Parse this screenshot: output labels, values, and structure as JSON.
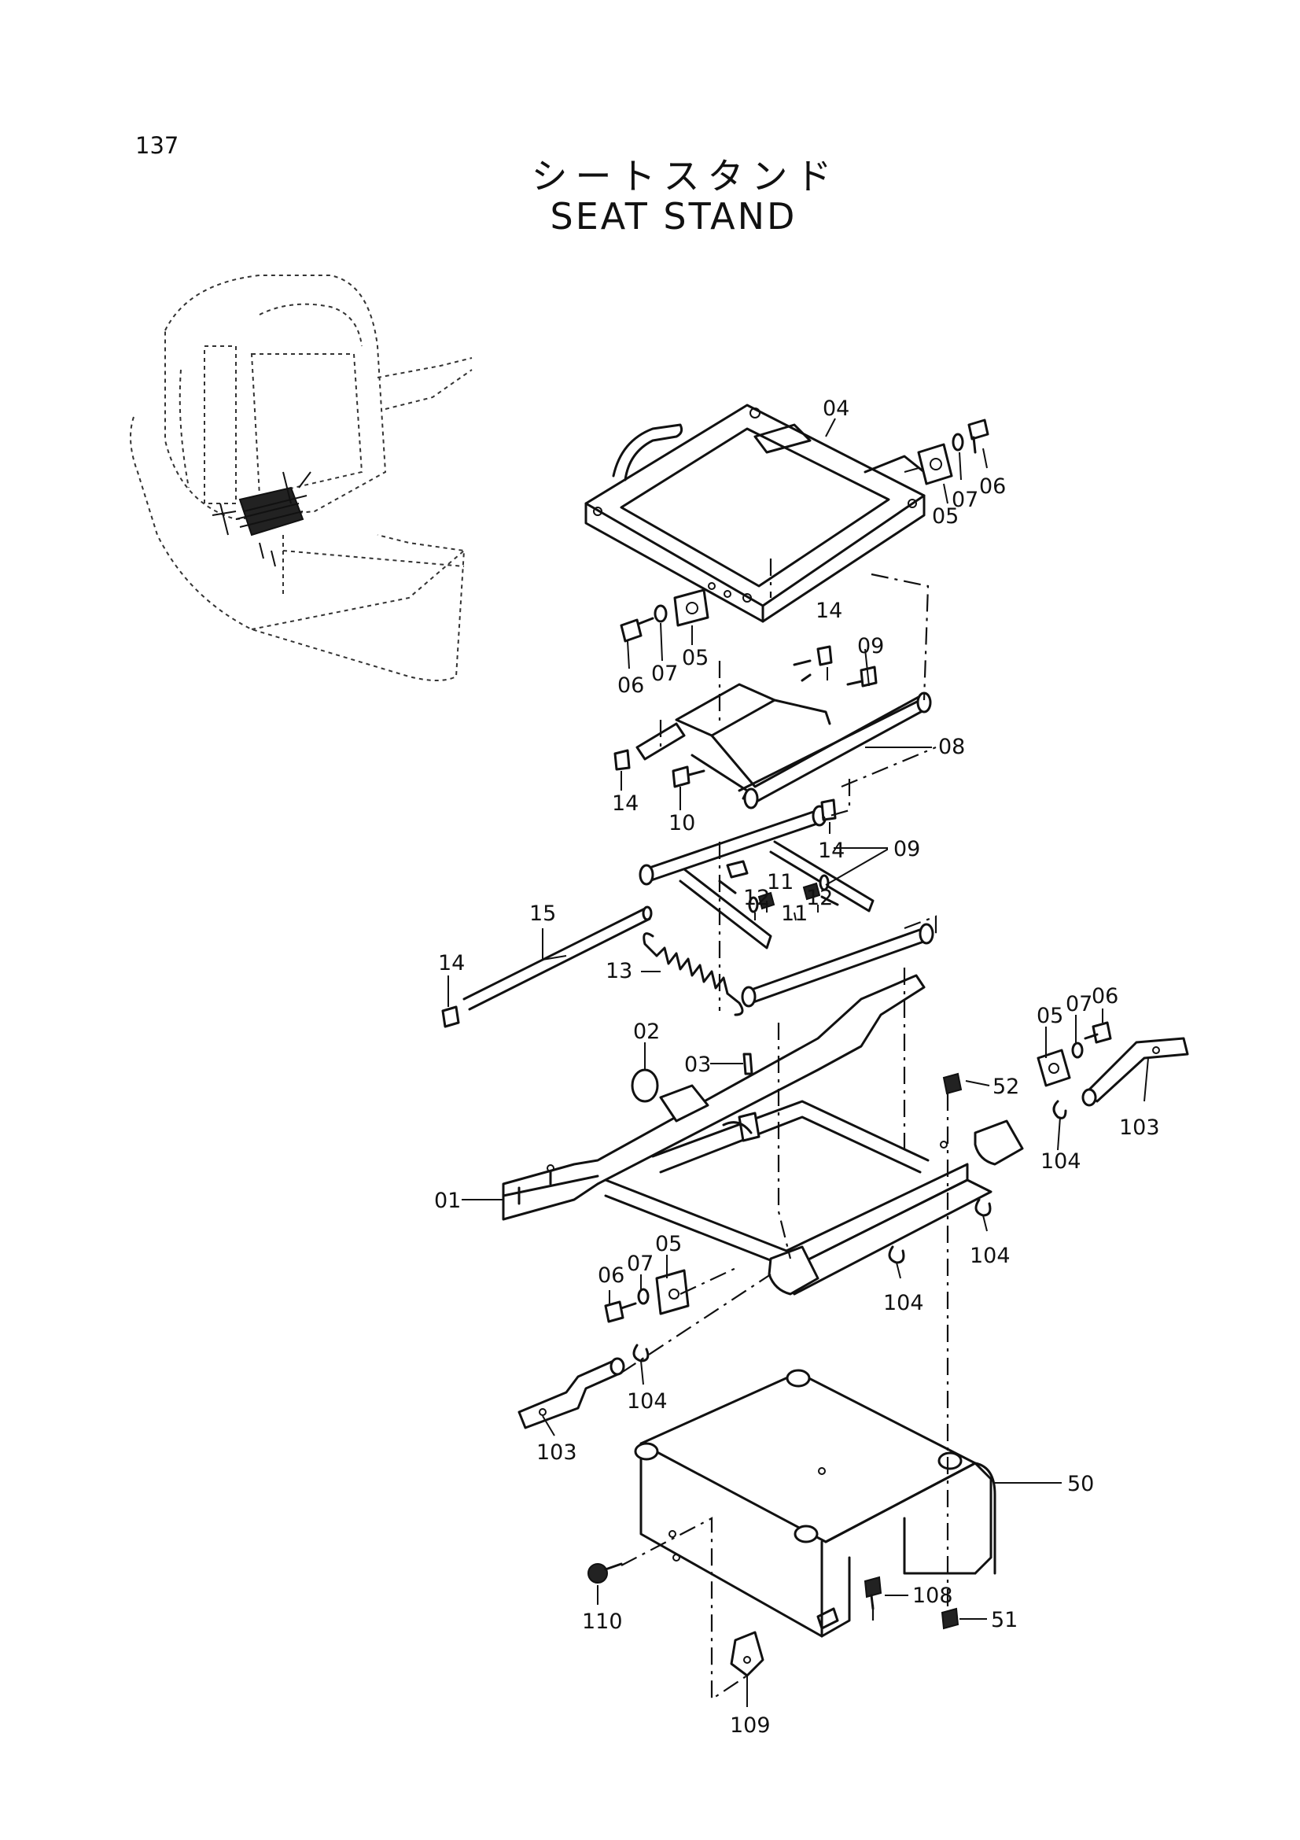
{
  "page_number": "137",
  "title_jp": "シートスタンド",
  "title_en": "SEAT STAND",
  "callouts": [
    "04",
    "06",
    "07",
    "05",
    "06",
    "07",
    "05",
    "14",
    "09",
    "08",
    "14",
    "10",
    "14",
    "09",
    "11",
    "12",
    "11",
    "12",
    "15",
    "14",
    "13",
    "02",
    "03",
    "06",
    "07",
    "05",
    "52",
    "103",
    "104",
    "01",
    "104",
    "06",
    "07",
    "05",
    "104",
    "104",
    "103",
    "50",
    "108",
    "110",
    "51",
    "109"
  ]
}
